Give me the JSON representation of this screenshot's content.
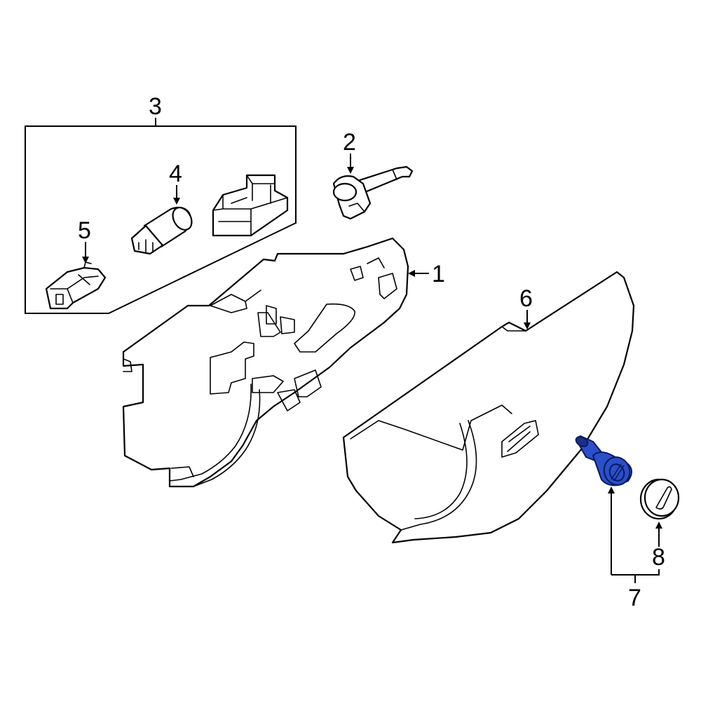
{
  "callouts": {
    "c1": "1",
    "c2": "2",
    "c3": "3",
    "c4": "4",
    "c5": "5",
    "c6": "6",
    "c7": "7",
    "c8": "8"
  },
  "colors": {
    "highlight": "#2a4fc9",
    "highlight_dark": "#1a2f8a",
    "line": "#000000",
    "background": "#ffffff"
  }
}
